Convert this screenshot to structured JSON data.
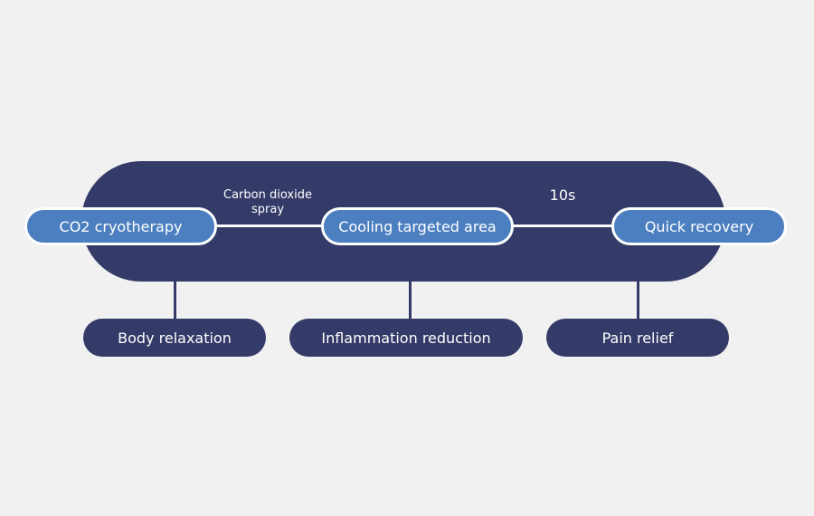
{
  "nodes": {
    "cryotherapy": "CO2 cryotherapy",
    "cooling": "Cooling targeted area",
    "recovery": "Quick recovery"
  },
  "edges": {
    "spray_line1": "Carbon dioxide",
    "spray_line2": "spray",
    "duration": "10s"
  },
  "benefits": {
    "relaxation": "Body relaxation",
    "inflammation": "Inflammation reduction",
    "pain": "Pain relief"
  },
  "colors": {
    "background": "#f1f1f2",
    "band": "#343b68",
    "node_fill": "#4c7fbf",
    "connector": "#ffffff"
  }
}
